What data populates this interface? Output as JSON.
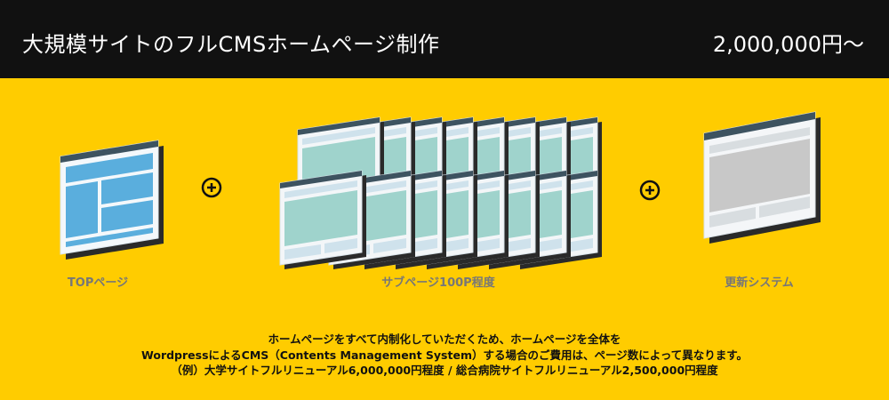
{
  "header": {
    "title": "大規模サイトのフルCMSホームページ制作",
    "price": "2,000,000円〜"
  },
  "diagram": {
    "items": [
      {
        "label": "TOPページ"
      },
      {
        "label": "サブページ100P程度"
      },
      {
        "label": "更新システム"
      }
    ]
  },
  "note": {
    "lines": [
      "ホームページをすべて内制化していただくため、ホームページを全体を",
      "WordpressによるCMS（Contents Management System）する場合のご費用は、ページ数によって異なります。",
      "（例）大学サイトフルリニューアル6,000,000円程度 / 総合病院サイトフルリニューアル2,500,000円程度"
    ]
  },
  "colors": {
    "background": "#ffcc00",
    "header": "#111111",
    "top_page_blue": "#5aaedd",
    "sub_page_teal": "#9fd3cc",
    "update_gray": "#c8c8c8"
  }
}
